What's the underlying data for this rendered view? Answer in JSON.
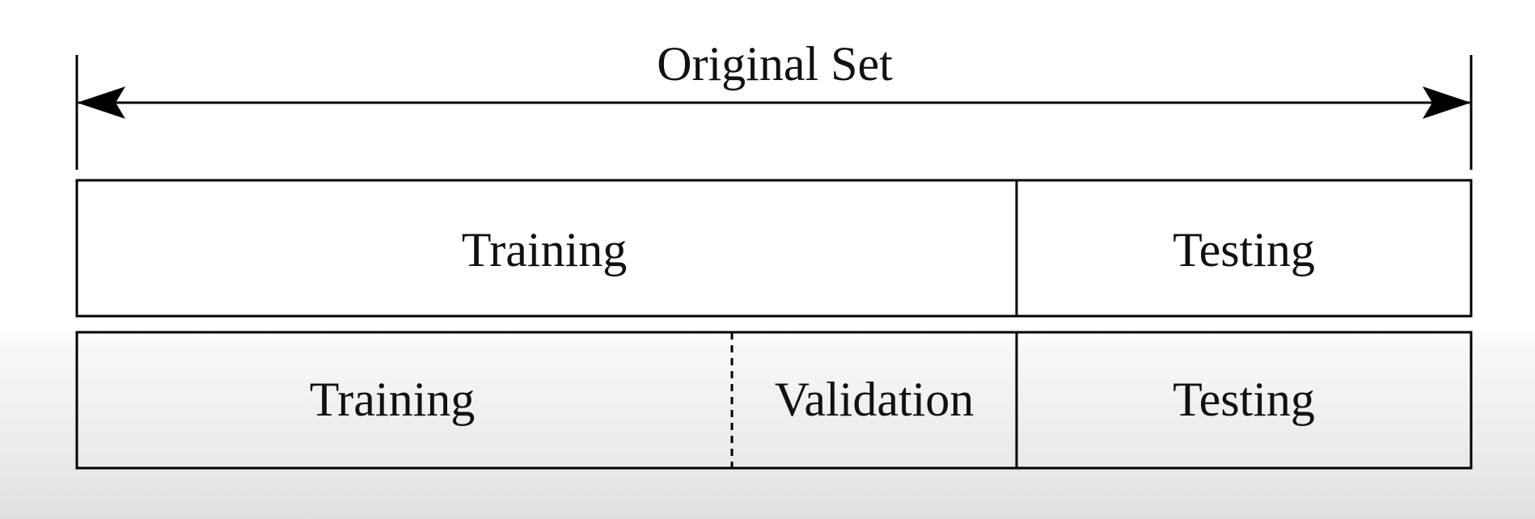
{
  "header": {
    "label": "Original Set"
  },
  "split_rows": [
    {
      "segments": [
        {
          "label": "Training"
        },
        {
          "label": "Testing"
        }
      ]
    },
    {
      "segments": [
        {
          "label": "Training"
        },
        {
          "label": "Validation"
        },
        {
          "label": "Testing"
        }
      ]
    }
  ]
}
